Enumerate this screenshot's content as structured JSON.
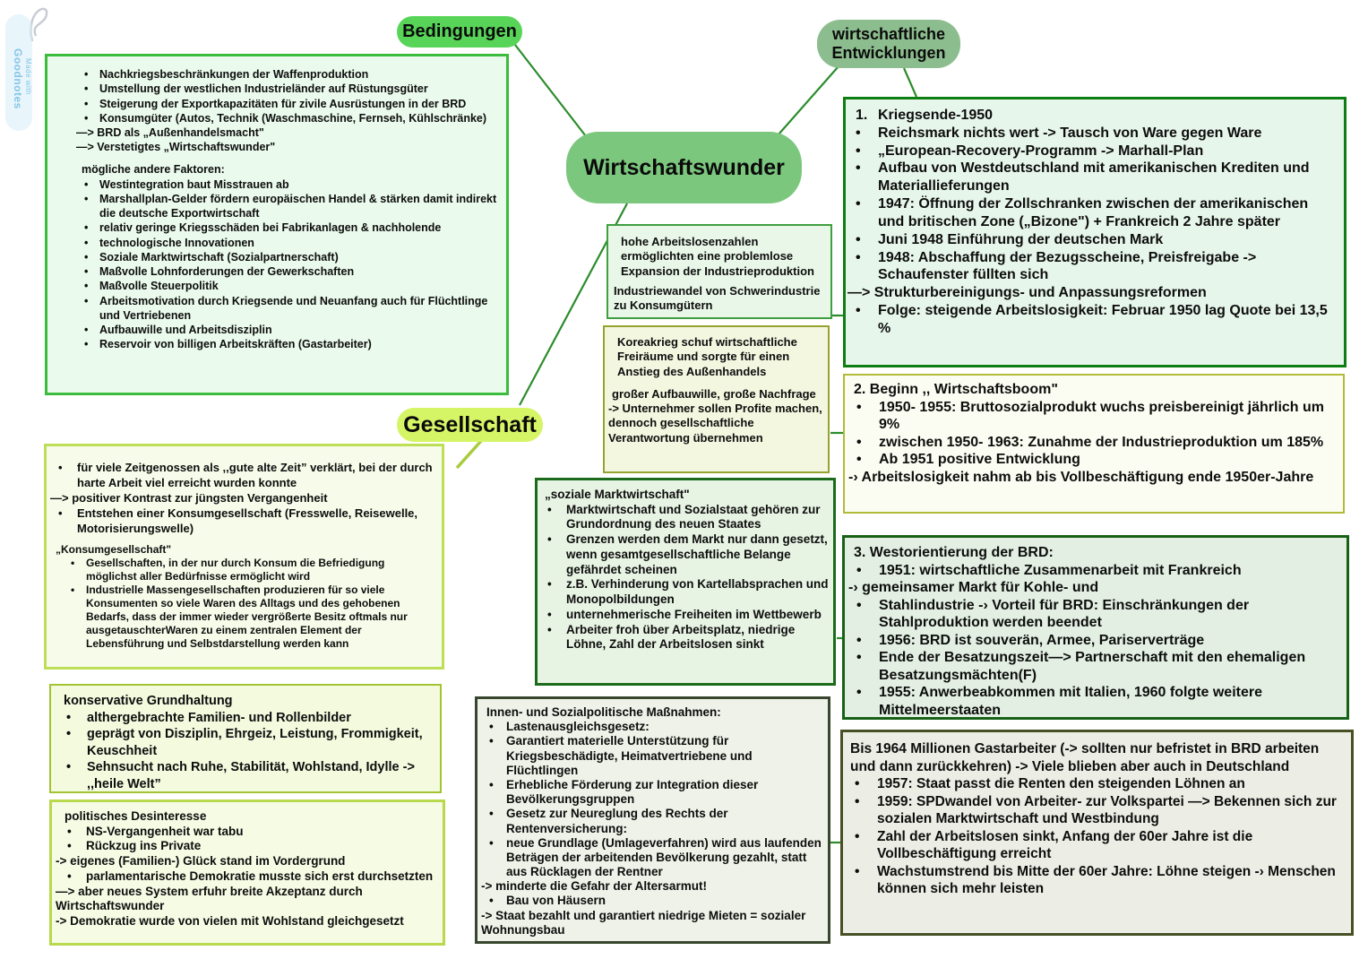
{
  "watermark": {
    "line1": "Made with",
    "line2": "Goodnotes"
  },
  "colors": {
    "connector_green": "#2c8c2c",
    "bedingungen_bubble": "#58d558",
    "entwicklungen_bubble": "#8cbd8e",
    "wirtschaftswunder_bubble": "#7cc77e",
    "gesellschaft_highlight": "#d6f566",
    "watermark_blue": "#85c6e9"
  },
  "nodes": {
    "bedingungen": {
      "label": "Bedingungen"
    },
    "entwicklungen": {
      "label": "wirtschaftliche Entwicklungen"
    },
    "wirtschaftswunder": {
      "label": "Wirtschaftswunder"
    },
    "gesellschaft": {
      "label": "Gesellschaft"
    }
  },
  "boxes": {
    "bedingungen_liste": {
      "items": [
        {
          "t": "b",
          "x": "Nachkriegsbeschränkungen der Waffenproduktion"
        },
        {
          "t": "b",
          "x": "Umstellung der westlichen Industrieländer auf Rüstungsgüter"
        },
        {
          "t": "b",
          "x": "Steigerung der Exportkapazitäten für zivile Ausrüstungen in der BRD"
        },
        {
          "t": "b",
          "x": "Konsumgüter (Autos, Technik (Waschmaschine, Fernseh, Kühlschränke)"
        },
        {
          "t": "a",
          "x": "—> BRD als „Außenhandelsmacht\""
        },
        {
          "t": "a",
          "x": "—> Verstetigtes „Wirtschaftswunder\""
        },
        {
          "t": "gap"
        },
        {
          "t": "h",
          "x": "mögliche andere Faktoren:"
        },
        {
          "t": "b",
          "x": "Westintegration baut Misstrauen ab"
        },
        {
          "t": "b",
          "x": "Marshallplan-Gelder fördern europäischen Handel & stärken damit indirekt die deutsche Exportwirtschaft"
        },
        {
          "t": "b",
          "x": "relativ geringe Kriegsschäden bei Fabrikanlagen & nachholende"
        },
        {
          "t": "b",
          "x": "technologische Innovationen"
        },
        {
          "t": "b",
          "x": "Soziale Marktwirtschaft (Sozialpartnerschaft)"
        },
        {
          "t": "b",
          "x": "Maßvolle Lohnforderungen der Gewerkschaften"
        },
        {
          "t": "b",
          "x": "Maßvolle Steuerpolitik"
        },
        {
          "t": "b",
          "x": "Arbeitsmotivation durch Kriegsende und Neuanfang auch für Flüchtlinge und Vertriebenen"
        },
        {
          "t": "b",
          "x": "Aufbauwille und Arbeitsdisziplin"
        },
        {
          "t": "b",
          "x": "Reservoir von billigen Arbeitskräften (Gastarbeiter)"
        }
      ]
    },
    "arbeitslosenzahlen": {
      "items": [
        {
          "t": "p",
          "c": "ind",
          "x": "hohe Arbeitslosenzahlen ermöglichten eine problemlose Expansion der Industrieproduktion"
        },
        {
          "t": "p",
          "x": "Industriewandel von Schwerindustrie zu Konsumgütern"
        }
      ]
    },
    "koreakrieg": {
      "items": [
        {
          "t": "p",
          "c": "ind",
          "x": "Koreakrieg schuf wirtschaftliche Freiräume und sorgte für einen Anstieg des Außenhandels"
        },
        {
          "t": "gap"
        },
        {
          "t": "p",
          "x": "großer Aufbauwille, große Nachfrage"
        },
        {
          "t": "a",
          "x": "-> Unternehmer sollen Profite machen, dennoch gesellschaftliche Verantwortung übernehmen"
        }
      ]
    },
    "kriegsende": {
      "items": [
        {
          "t": "n",
          "m": "1.",
          "x": "Kriegsende-1950"
        },
        {
          "t": "b",
          "x": "Reichsmark nichts wert -> Tausch von Ware gegen Ware"
        },
        {
          "t": "b",
          "x": "„European-Recovery-Programm -> Marhall-Plan"
        },
        {
          "t": "b",
          "x": "Aufbau von Westdeutschland mit amerikanischen Krediten und Materiallieferungen"
        },
        {
          "t": "b",
          "x": "1947: Öffnung der Zollschranken zwischen der amerikanischen und britischen Zone („Bizone\") + Frankreich 2 Jahre später"
        },
        {
          "t": "b",
          "x": "Juni 1948 Einführung der deutschen Mark"
        },
        {
          "t": "b",
          "x": "1948: Abschaffung der Bezugsscheine, Preisfreigabe -> Schaufenster füllten sich"
        },
        {
          "t": "a",
          "x": "—> Strukturbereinigungs- und Anpassungsreformen"
        },
        {
          "t": "b",
          "x": "Folge: steigende Arbeitslosigkeit: Februar 1950 lag Quote bei 13,5 %"
        }
      ]
    },
    "wirtschaftsboom": {
      "items": [
        {
          "t": "h",
          "x": "2. Beginn ,, Wirtschaftsboom\""
        },
        {
          "t": "b",
          "x": "1950- 1955: Bruttosozialprodukt wuchs preisbereinigt jährlich um 9%"
        },
        {
          "t": "b",
          "x": " zwischen 1950- 1963: Zunahme der Industrieproduktion um 185%"
        },
        {
          "t": "b",
          "x": "Ab 1951 positive Entwicklung"
        },
        {
          "t": "a",
          "x": "-› Arbeitslosigkeit nahm ab bis Vollbeschäftigung ende 1950er-Jahre"
        }
      ]
    },
    "westorientierung": {
      "items": [
        {
          "t": "h",
          "x": "3. Westorientierung der BRD:"
        },
        {
          "t": "b",
          "x": "1951: wirtschaftliche Zusammenarbeit mit Frankreich"
        },
        {
          "t": "a",
          "x": "-› gemeinsamer Markt für Kohle- und"
        },
        {
          "t": "b",
          "x": "Stahlindustrie -› Vorteil für BRD: Einschränkungen der Stahlproduktion werden beendet"
        },
        {
          "t": "b",
          "x": "1956: BRD ist souverän, Armee, Pariserverträge"
        },
        {
          "t": "b",
          "x": "Ende der Besatzungszeit—> Partnerschaft mit den ehemaligen Besatzungsmächten(F)"
        },
        {
          "t": "b",
          "x": "1955: Anwerbeabkommen mit Italien, 1960 folgte weitere Mittelmeerstaaten"
        }
      ]
    },
    "gastarbeiter": {
      "items": [
        {
          "t": "p",
          "x": "Bis 1964 Millionen Gastarbeiter (-> sollten nur befristet in BRD arbeiten und dann zurückkehren) -> Viele blieben aber auch in Deutschland"
        },
        {
          "t": "b",
          "x": " 1957: Staat passt die Renten den steigenden Löhnen an"
        },
        {
          "t": "b",
          "x": "1959: SPDwandel von Arbeiter- zur Volkspartei —> Bekennen sich zur sozialen Marktwirtschaft und Westbindung"
        },
        {
          "t": "b",
          "x": "Zahl der Arbeitslosen sinkt, Anfang der 60er Jahre ist die Vollbeschäftigung erreicht"
        },
        {
          "t": "b",
          "x": "Wachstumstrend bis Mitte der 60er Jahre: Löhne steigen -› Menschen können sich mehr leisten"
        }
      ]
    },
    "soziale_marktwirtschaft": {
      "items": [
        {
          "t": "h",
          "x": "„soziale Marktwirtschaft\""
        },
        {
          "t": "b",
          "x": "Marktwirtschaft und Sozialstaat gehören zur Grundordnung des neuen Staates"
        },
        {
          "t": "b",
          "x": "Grenzen werden dem Markt nur dann gesetzt, wenn gesamtgesellschaftliche Belange gefährdet scheinen"
        },
        {
          "t": "b",
          "x": "z.B. Verhinderung von Kartellabsprachen und Monopolbildungen"
        },
        {
          "t": "b",
          "x": "unternehmerische Freiheiten im Wettbewerb"
        },
        {
          "t": "b",
          "x": "Arbeiter froh über Arbeitsplatz, niedrige Löhne, Zahl der Arbeitslosen sinkt"
        }
      ]
    },
    "massnahmen": {
      "items": [
        {
          "t": "h",
          "x": "Innen- und Sozialpolitische Maßnahmen:"
        },
        {
          "t": "b",
          "x": "Lastenausgleichsgesetz:"
        },
        {
          "t": "b",
          "x": "Garantiert materielle Unterstützung für Kriegsbeschädigte, Heimatvertriebene und Flüchtlingen"
        },
        {
          "t": "b",
          "x": "Erhebliche Förderung zur Integration dieser Bevölkerungsgruppen"
        },
        {
          "t": "b",
          "x": "Gesetz zur Neureglung des Rechts der Rentenversicherung:"
        },
        {
          "t": "b",
          "x": "neue Grundlage (Umlageverfahren) wird aus laufenden Beträgen der arbeitenden Bevölkerung gezahlt, statt aus Rücklagen der Rentner"
        },
        {
          "t": "a",
          "x": "-> minderte die Gefahr der Altersarmut!"
        },
        {
          "t": "b",
          "x": "Bau von Häusern"
        },
        {
          "t": "a",
          "x": "-> Staat bezahlt und garantiert niedrige Mieten = sozialer Wohnungsbau"
        }
      ]
    },
    "gesellschaft_zeit": {
      "items": [
        {
          "t": "b",
          "x": "für viele Zeitgenossen als ,,gute alte Zeit” verklärt, bei der durch harte Arbeit viel erreicht wurden konnte"
        },
        {
          "t": "a",
          "x": "—> positiver Kontrast zur jüngsten Vergangenheit"
        },
        {
          "t": "b",
          "x": "Entstehen einer Konsumgesellschaft (Fresswelle, Reisewelle, Motorisierungswelle)"
        }
      ],
      "items_small": [
        {
          "t": "h",
          "x": "„Konsumgesellschaft\""
        },
        {
          "t": "b",
          "x": "Gesellschaften, in der nur durch Konsum die Befriedigung möglichst aller Bedürfnisse ermöglicht wird"
        },
        {
          "t": "b",
          "x": "Industrielle Massengesellschaften produzieren für so viele Konsumenten so viele Waren des Alltags und des gehobenen Bedarfs, dass der immer wieder vergrößerte Besitz oftmals nur ausgetauschterWaren zu einem zentralen Element der Lebensführung und Selbstdarstellung werden kann"
        }
      ]
    },
    "grundhaltung": {
      "items": [
        {
          "t": "h",
          "x": "konservative Grundhaltung"
        },
        {
          "t": "b",
          "x": "althergebrachte Familien- und Rollenbilder"
        },
        {
          "t": "b",
          "x": "geprägt von Disziplin, Ehrgeiz, Leistung, Frommigkeit, Keuschheit"
        },
        {
          "t": "b",
          "x": "Sehnsucht nach Ruhe, Stabilität, Wohlstand, Idylle -> ,,heile Welt”"
        }
      ]
    },
    "desinteresse": {
      "items": [
        {
          "t": "h",
          "x": "politisches Desinteresse"
        },
        {
          "t": "b",
          "x": "NS-Vergangenheit war tabu"
        },
        {
          "t": "b",
          "x": "Rückzug ins Private"
        },
        {
          "t": "a",
          "x": "-> eigenes (Familien-) Glück stand im Vordergrund"
        },
        {
          "t": "b",
          "x": "parlamentarische Demokratie musste sich erst durchsetzten"
        },
        {
          "t": "a",
          "x": "—> aber neues System erfuhr breite Akzeptanz durch Wirtschaftswunder"
        },
        {
          "t": "a",
          "x": "-> Demokratie wurde von vielen mit Wohlstand gleichgesetzt"
        }
      ]
    }
  }
}
